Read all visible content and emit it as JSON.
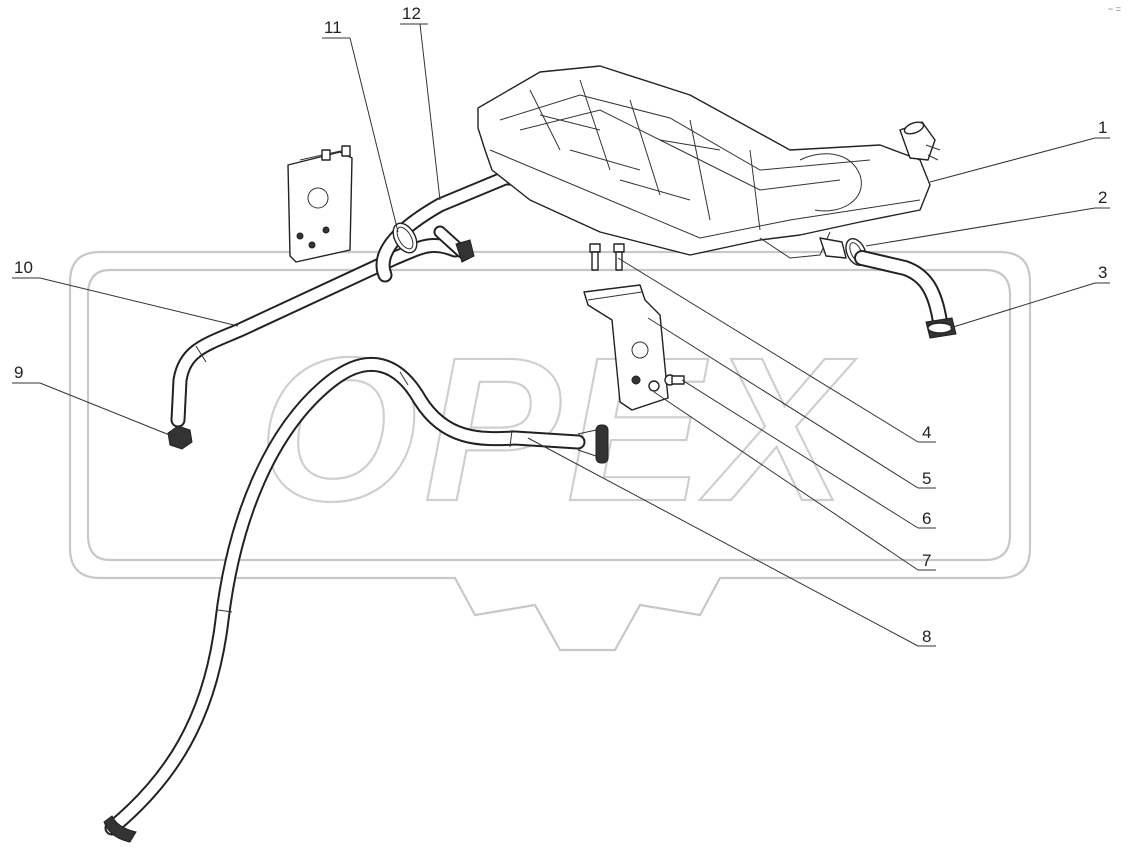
{
  "diagram": {
    "callouts": [
      {
        "id": "1",
        "label": "1"
      },
      {
        "id": "2",
        "label": "2"
      },
      {
        "id": "3",
        "label": "3"
      },
      {
        "id": "4",
        "label": "4"
      },
      {
        "id": "5",
        "label": "5"
      },
      {
        "id": "6",
        "label": "6"
      },
      {
        "id": "7",
        "label": "7"
      },
      {
        "id": "8",
        "label": "8"
      },
      {
        "id": "9",
        "label": "9"
      },
      {
        "id": "10",
        "label": "10"
      },
      {
        "id": "11",
        "label": "11"
      },
      {
        "id": "12",
        "label": "12"
      }
    ],
    "watermark": {
      "text": "OPEX"
    },
    "corner_mark": {
      "text": "~ ="
    }
  }
}
